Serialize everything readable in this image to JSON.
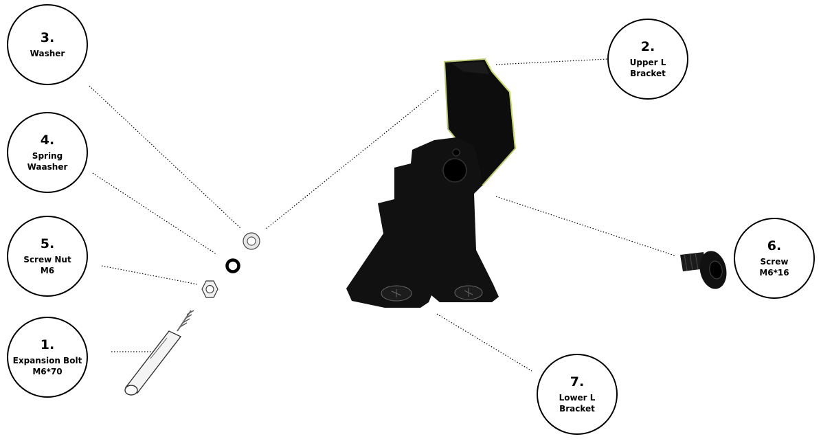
{
  "parts": [
    {
      "id": "p3",
      "number": "3.",
      "label": "Washer"
    },
    {
      "id": "p4",
      "number": "4.",
      "label": "Spring\nWaasher"
    },
    {
      "id": "p5",
      "number": "5.",
      "label": "Screw Nut\nM6"
    },
    {
      "id": "p1",
      "number": "1.",
      "label": "Expansion Bolt\nM6*70"
    },
    {
      "id": "p2",
      "number": "2.",
      "label": "Upper L\nBracket"
    },
    {
      "id": "p6",
      "number": "6.",
      "label": "Screw\nM6*16"
    },
    {
      "id": "p7",
      "number": "7.",
      "label": "Lower L\nBracket"
    }
  ],
  "colors": {
    "outline": "#000000",
    "bracket": "#101010",
    "edge_highlight": "#c8d66a",
    "metal": "#d0d0d0"
  }
}
